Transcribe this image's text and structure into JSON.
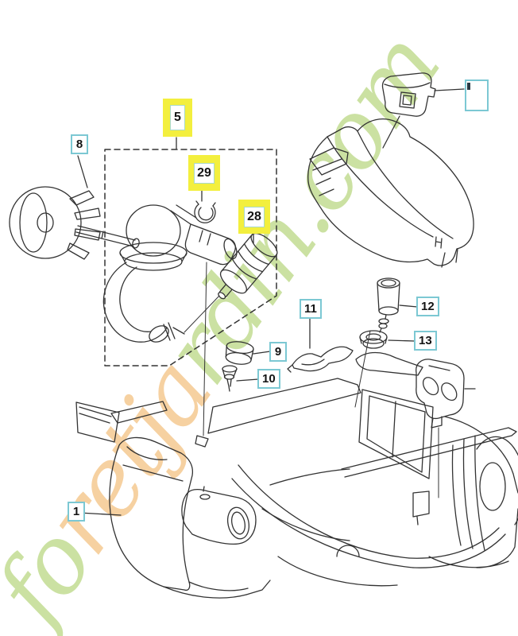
{
  "page": {
    "background": "#ffffff"
  },
  "watermark": {
    "text": "foretjardin.com",
    "color_green": "#c9e09e",
    "color_orange": "#f6cf9d",
    "orange_indices": [
      2,
      3,
      4,
      5,
      6
    ]
  },
  "colors": {
    "highlight_yellow": "#f3ef3e",
    "label_border_cyan": "#7cc8d3",
    "label_inner_border": "#a9d9c9",
    "line_art": "#333333"
  },
  "labels": [
    {
      "num": "1",
      "style": "plain"
    },
    {
      "num": "5",
      "style": "highlight"
    },
    {
      "num": "8",
      "style": "plain"
    },
    {
      "num": "9",
      "style": "plain"
    },
    {
      "num": "10",
      "style": "plain"
    },
    {
      "num": "11",
      "style": "plain"
    },
    {
      "num": "12",
      "style": "plain"
    },
    {
      "num": "13",
      "style": "plain"
    },
    {
      "num": "28",
      "style": "highlight"
    },
    {
      "num": "29",
      "style": "highlight"
    }
  ]
}
